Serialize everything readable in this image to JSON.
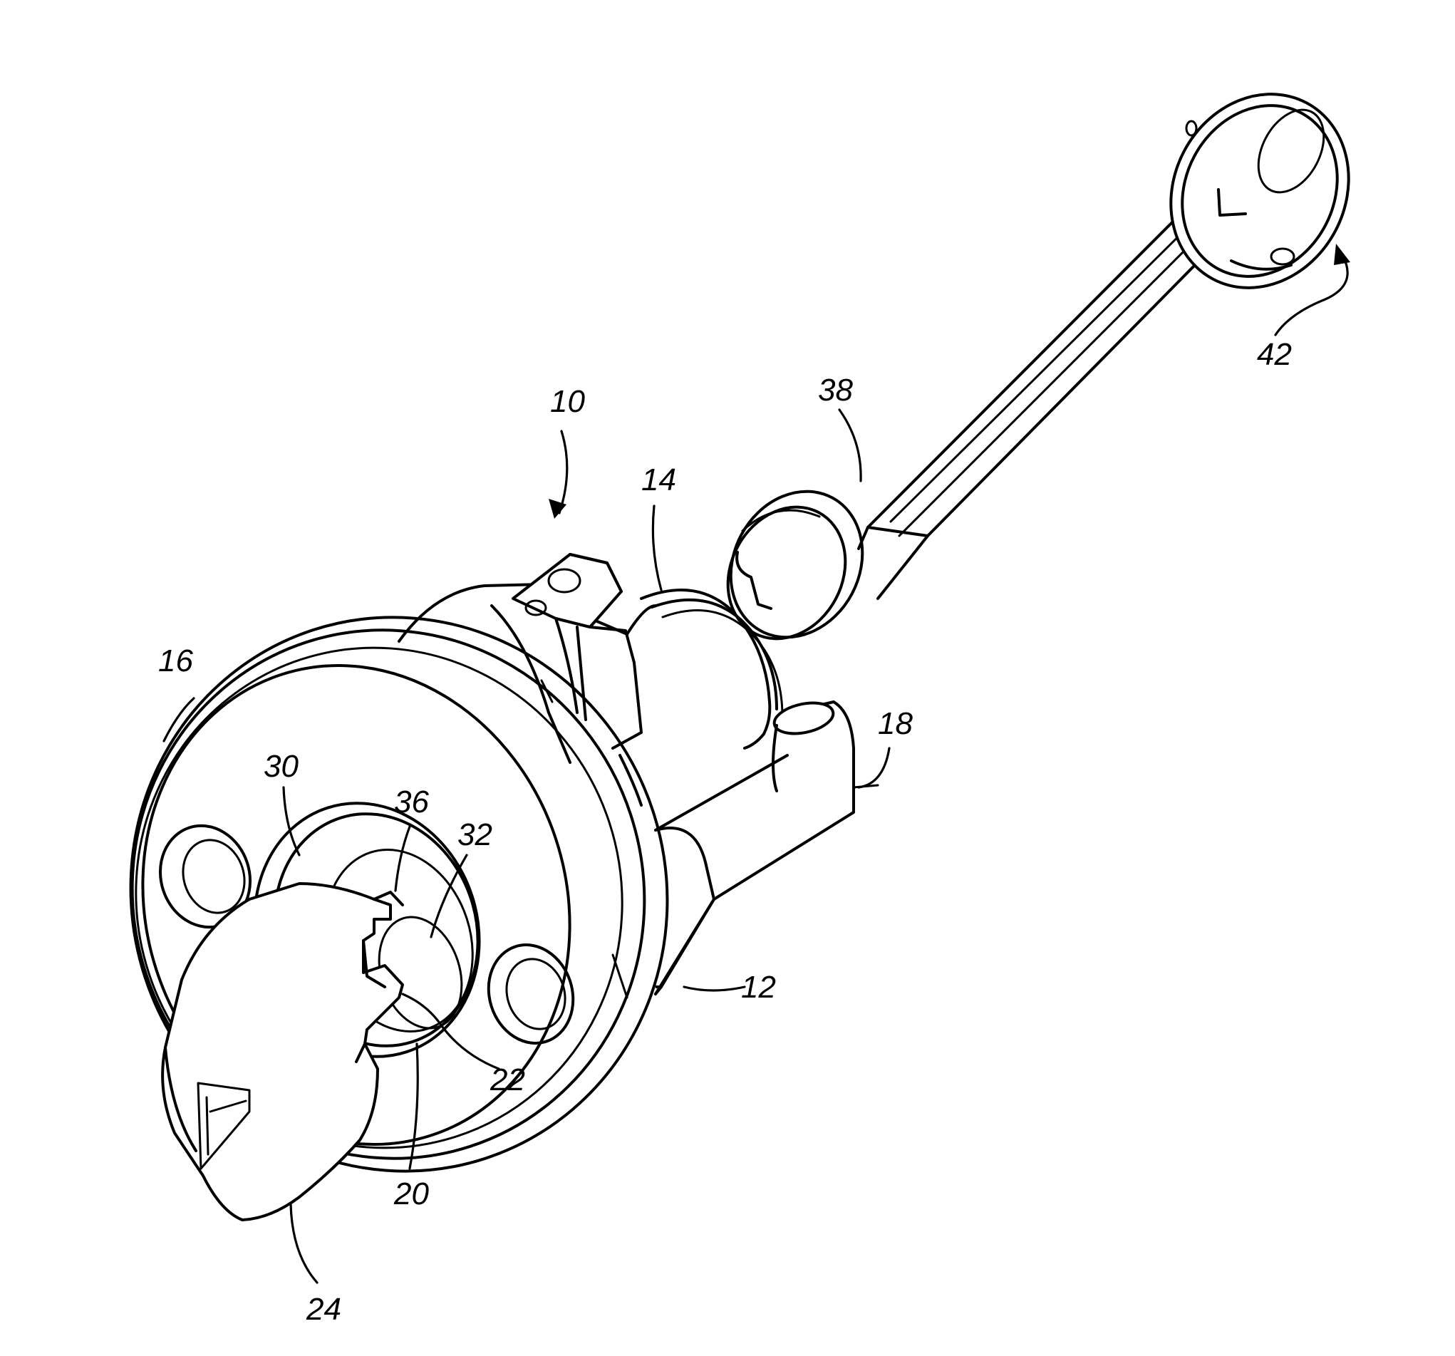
{
  "figure": {
    "labels": {
      "assembly": "10",
      "housing": "12",
      "groove": "14",
      "face": "16",
      "barrel": "18",
      "cylinder": "20",
      "keyway": "22",
      "key": "24",
      "ring": "30",
      "cam_face": "32",
      "plug_face": "36",
      "shaft": "38",
      "collar": "42"
    }
  }
}
